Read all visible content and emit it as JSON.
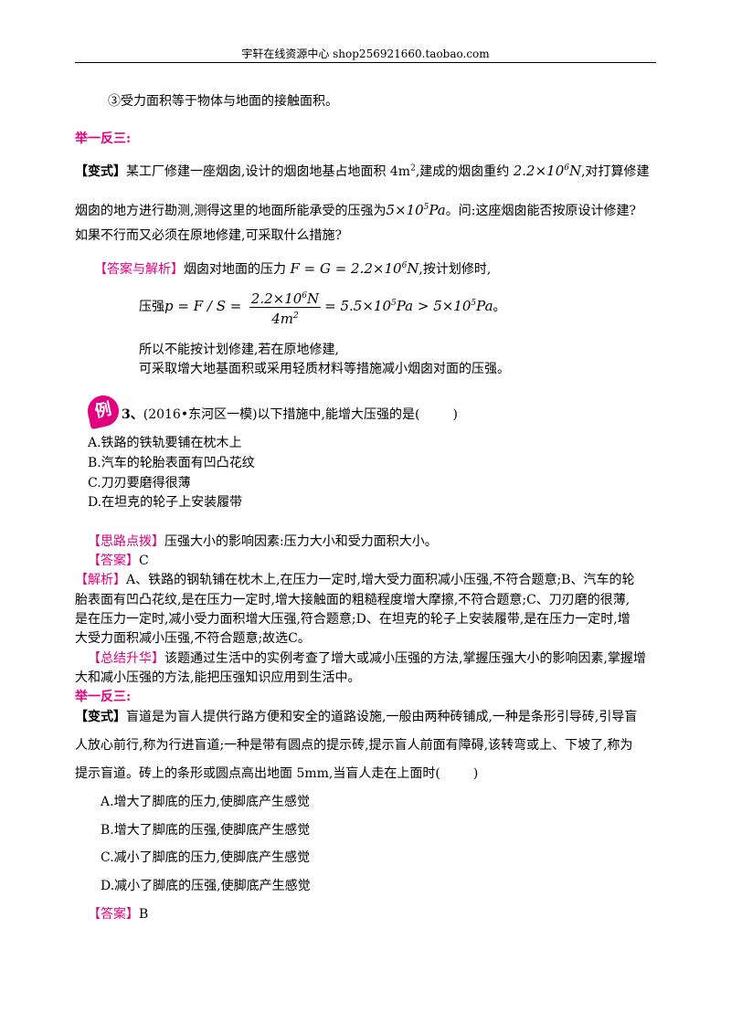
{
  "header": {
    "text": "宇轩在线资源中心   shop256921660.taobao.com"
  },
  "intro": {
    "point3": "③受力面积等于物体与地面的接触面积。"
  },
  "section1": {
    "heading": "举一反三:",
    "variant_tag": "【变式】",
    "variant_l1a": "某工厂修建一座烟囱,设计的烟囱地基占地面积 4m",
    "variant_l1_sup": "2",
    "variant_l1b": ",建成的烟囱重约",
    "weight_mantissa": "2.2×10",
    "weight_exp": "6",
    "weight_unit": "N",
    "variant_l1c": ",对打算修建",
    "variant_l2a": "烟囱的地方进行勘测,测得这里的地面所能承受的压强为",
    "pressure_mantissa": "5×10",
    "pressure_exp": "5",
    "pressure_unit": "Pa",
    "variant_l2b": "。问:这座烟囱能否按原设计修建?",
    "variant_l3": "如果不行而又必须在原地修建,可采取什么措施?",
    "answer_tag": "【答案与解析】",
    "answer_l1a": "烟囱对地面的压力",
    "force_eq": "F = G = 2.2×10",
    "force_exp": "6",
    "force_unit": "N",
    "answer_l1b": ",按计划修时,",
    "pressure_label": "压强",
    "p_lhs": "p = F / S =",
    "frac_num": "2.2×10",
    "frac_num_exp": "6",
    "frac_num_unit": "N",
    "frac_den": "4m",
    "frac_den_exp": "2",
    "p_rhs1": "= 5.5×10",
    "p_rhs1_exp": "5",
    "p_rhs1_unit": "Pa > 5×10",
    "p_rhs2_exp": "5",
    "p_rhs2_unit": "Pa",
    "p_end": "。",
    "conclusion1": "所以不能按计划修建,若在原地修建,",
    "conclusion2": "可采取增大地基面积或采用轻质材料等措施减小烟囱对面的压强。"
  },
  "example3": {
    "badge": "例",
    "number": "3、",
    "question": "(2016•东河区一模)以下措施中,能增大压强的是(",
    "question_end": ")",
    "options": [
      "A.铁路的铁轨要铺在枕木上",
      "B.汽车的轮胎表面有凹凸花纹",
      "C.刀刃要磨得很薄",
      "D.在坦克的轮子上安装履带"
    ],
    "hint_tag": "【思路点拨】",
    "hint": "压强大小的影响因素:压力大小和受力面积大小。",
    "answer_tag": "【答案】",
    "answer": "C",
    "analysis_tag": "【解析】",
    "analysis_l1": "A、铁路的钢轨铺在枕木上,在压力一定时,增大受力面积减小压强,不符合题意;B、汽车的轮",
    "analysis_l2": "胎表面有凹凸花纹,是在压力一定时,增大接触面的粗糙程度增大摩擦,不符合题意;C、刀刃磨的很薄,",
    "analysis_l3": "是在压力一定时,减小受力面积增大压强,符合题意;D、在坦克的轮子上安装履带,是在压力一定时,增",
    "analysis_l4": "大受力面积减小压强,不符合题意;故选C。",
    "summary_tag": "【总结升华】",
    "summary_l1": "该题通过生活中的实例考查了增大或减小压强的方法,掌握压强大小的影响因素,掌握增",
    "summary_l2": "大和减小压强的方法,能把压强知识应用到生活中。"
  },
  "section2": {
    "heading": "举一反三:",
    "variant_tag": "【变式】",
    "l1": "盲道是为盲人提供行路方便和安全的道路设施,一般由两种砖铺成,一种是条形引导砖,引导盲",
    "l2": "人放心前行,称为行进盲道;一种是带有圆点的提示砖,提示盲人前面有障碍,该转弯或上、下坡了,称为",
    "l3": "提示盲道。砖上的条形或圆点高出地面 5mm,当盲人走在上面时(",
    "l3_end": ")",
    "options": [
      "A.增大了脚底的压力,使脚底产生感觉",
      "B.增大了脚底的压强,使脚底产生感觉",
      "C.减小了脚底的压力,使脚底产生感觉",
      "D.减小了脚底的压强,使脚底产生感觉"
    ],
    "answer_tag": "【答案】",
    "answer": "B"
  }
}
